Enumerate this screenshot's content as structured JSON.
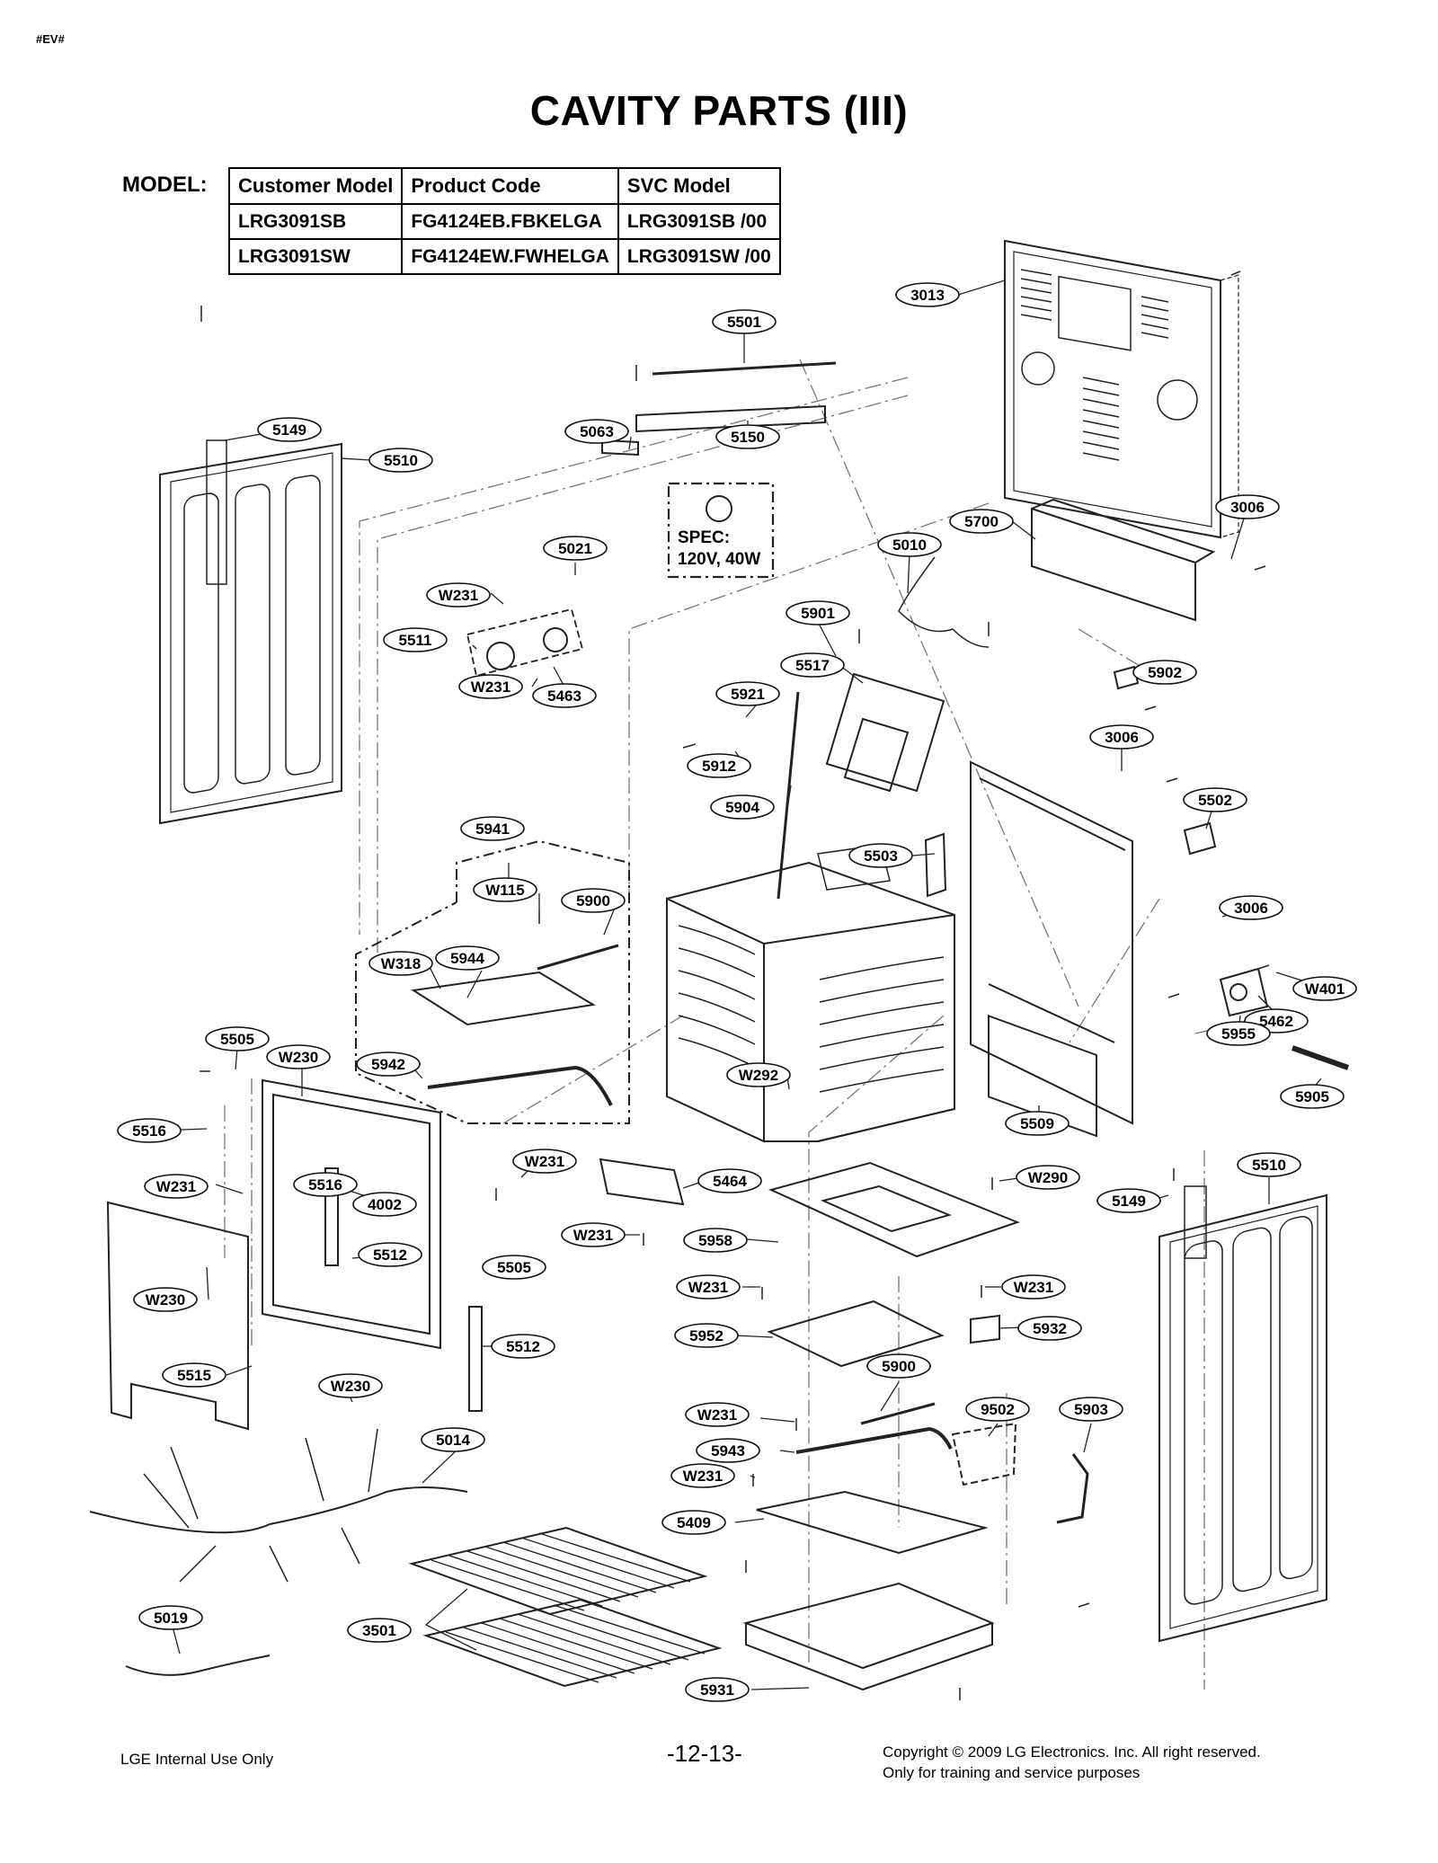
{
  "header": {
    "tag": "#EV#",
    "title": "CAVITY PARTS (III)"
  },
  "model_table": {
    "label": "MODEL:",
    "columns": [
      "Customer Model",
      "Product Code",
      "SVC Model"
    ],
    "rows": [
      [
        "LRG3091SB",
        "FG4124EB.FBKELGA",
        "LRG3091SB /00"
      ],
      [
        "LRG3091SW",
        "FG4124EW.FWHELGA",
        "LRG3091SW /00"
      ]
    ]
  },
  "spec_box": {
    "line1": "SPEC:",
    "line2": "120V, 40W"
  },
  "part_labels": [
    "3013",
    "5501",
    "5063",
    "5150",
    "5149",
    "5510",
    "3006",
    "5700",
    "5010",
    "5021",
    "W231",
    "5511",
    "W231",
    "5463",
    "5901",
    "5517",
    "5921",
    "5902",
    "5912",
    "3006",
    "5904",
    "5502",
    "5941",
    "5503",
    "W115",
    "5900",
    "3006",
    "W318",
    "5944",
    "W401",
    "5462",
    "5955",
    "5505",
    "W230",
    "5942",
    "W292",
    "5905",
    "5516",
    "5509",
    "5516",
    "W231",
    "W231",
    "4002",
    "5464",
    "W290",
    "5510",
    "5149",
    "W231",
    "5958",
    "5512",
    "5505",
    "W230",
    "W231",
    "W231",
    "5952",
    "5932",
    "5512",
    "5515",
    "W230",
    "5900",
    "9502",
    "5903",
    "W231",
    "5014",
    "5943",
    "W231",
    "5409",
    "5019",
    "3501",
    "5931"
  ],
  "footer": {
    "left": "LGE Internal Use Only",
    "page": "-12-13-",
    "copyright": "Copyright © 2009 LG Electronics. Inc. All right reserved.",
    "note": "Only for training and service purposes"
  }
}
